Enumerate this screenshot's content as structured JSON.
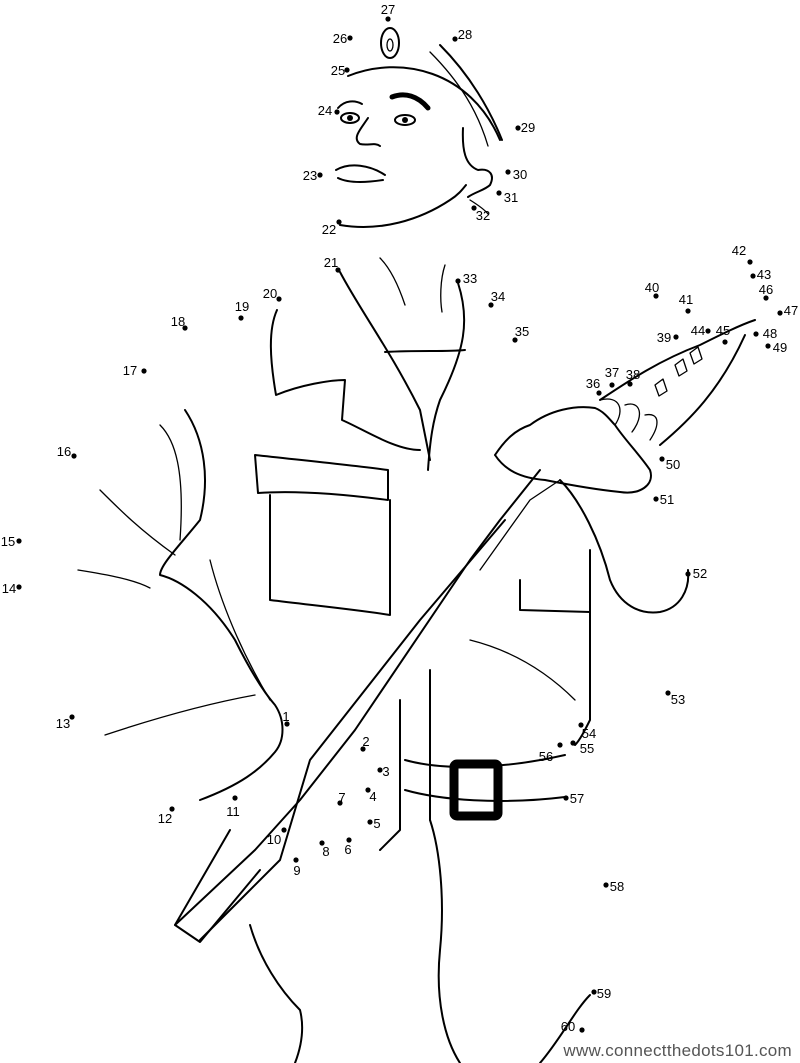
{
  "worksheet": {
    "dots": [
      "1",
      "2",
      "3",
      "4",
      "5",
      "6",
      "7",
      "8",
      "9",
      "10",
      "11",
      "12",
      "13",
      "14",
      "15",
      "16",
      "17",
      "18",
      "19",
      "20",
      "21",
      "22",
      "23",
      "24",
      "25",
      "26",
      "27",
      "28",
      "29",
      "30",
      "31",
      "32",
      "33",
      "34",
      "35",
      "36",
      "37",
      "38",
      "39",
      "40",
      "41",
      "42",
      "43",
      "44",
      "45",
      "46",
      "47",
      "48",
      "49",
      "50",
      "51",
      "52",
      "53",
      "54",
      "55",
      "56",
      "57",
      "58",
      "59",
      "60"
    ],
    "watermark": "www.connectthedots101.com"
  }
}
